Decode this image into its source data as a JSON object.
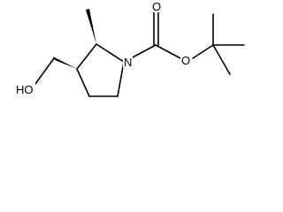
{
  "molecule": {
    "atoms": {
      "nitrogen": "N",
      "carbonyl_oxygen": "O",
      "ester_oxygen": "O",
      "hydroxyl": "HO"
    },
    "colors": {
      "ink": "#000000",
      "background": "#ffffff"
    }
  }
}
